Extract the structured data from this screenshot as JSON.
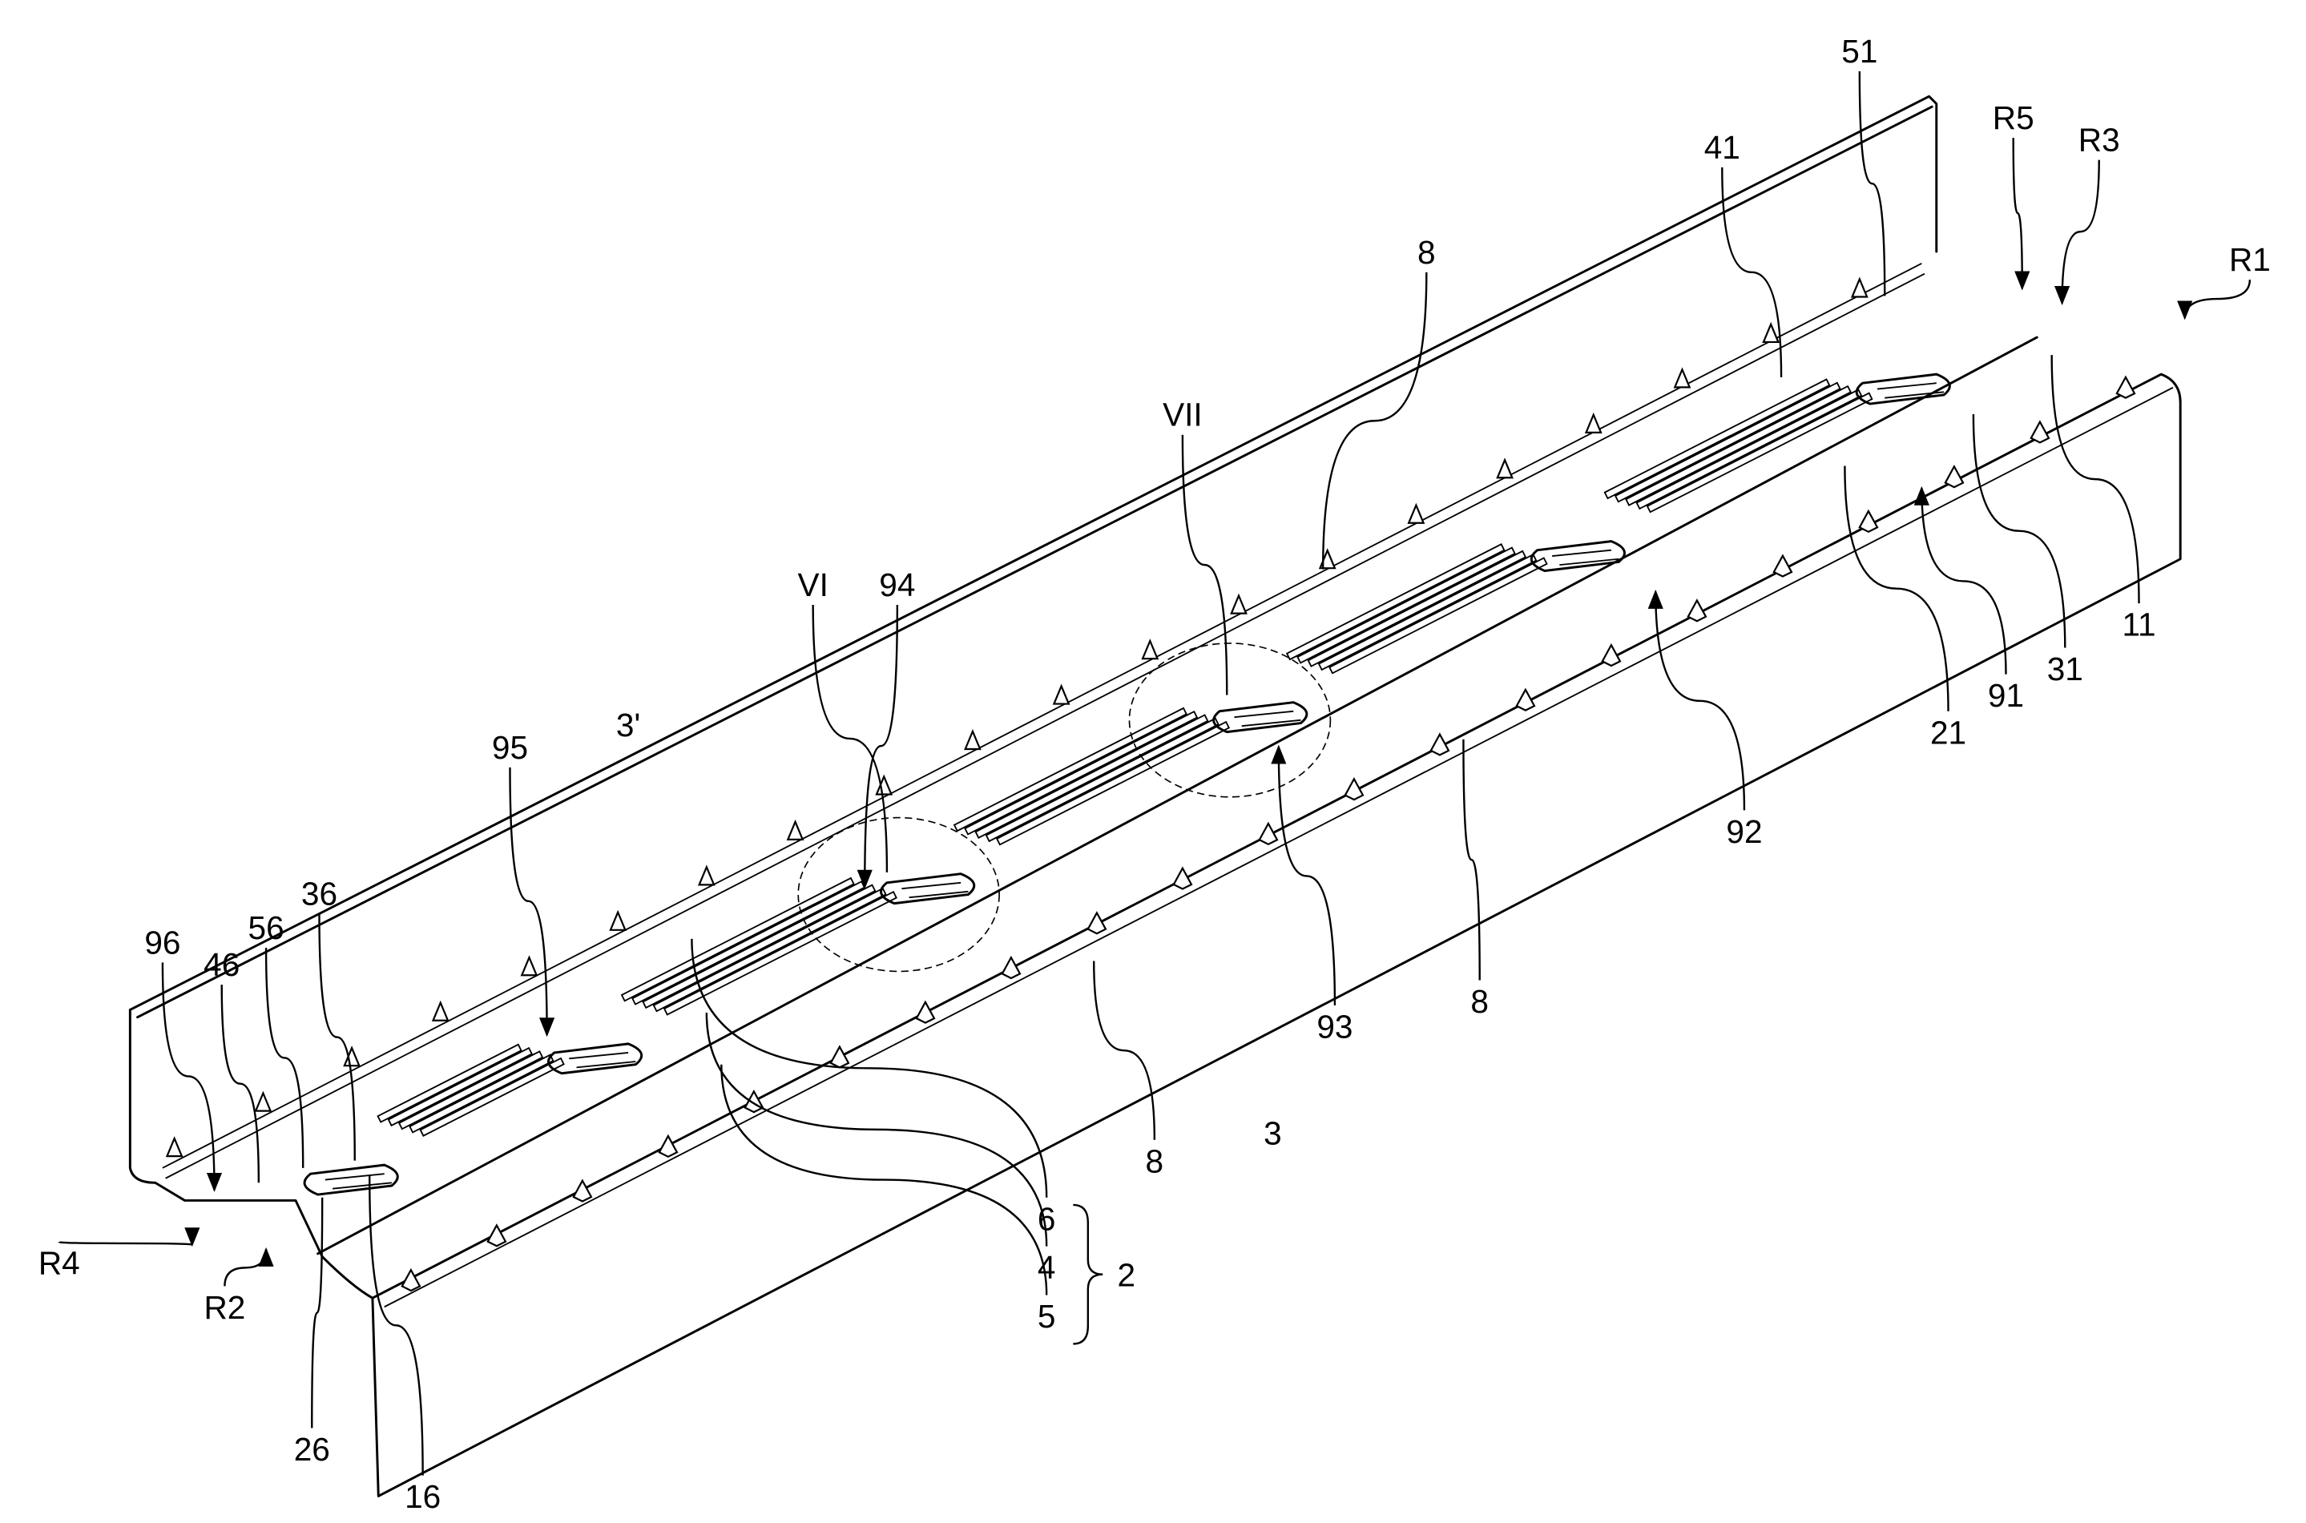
{
  "figure": {
    "labels": [
      "51",
      "R5",
      "R3",
      "R1",
      "41",
      "8",
      "VII",
      "VI",
      "94",
      "95",
      "3'",
      "96",
      "46",
      "56",
      "36",
      "R4",
      "R2",
      "26",
      "16",
      "6",
      "4",
      "5",
      "2",
      "8",
      "3",
      "93",
      "8",
      "92",
      "21",
      "91",
      "31",
      "11"
    ]
  }
}
